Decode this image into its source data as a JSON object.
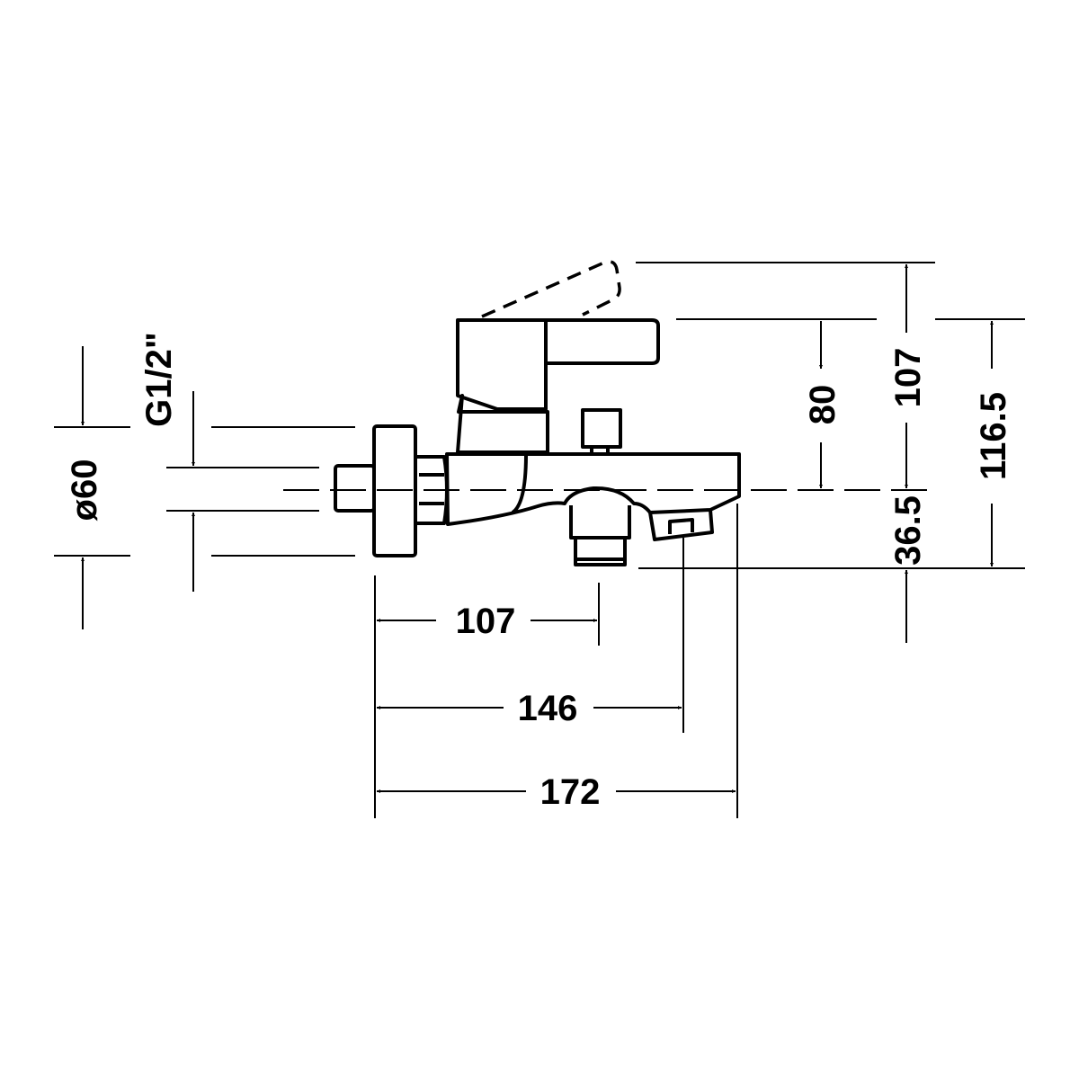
{
  "dimensions": {
    "lever_height": "80",
    "total_height_raised": "107",
    "outlet_below_axis": "36.5",
    "total_height": "116.5",
    "flange_diameter": "ø60",
    "connection_thread": "G1/2\"",
    "outlet_projection": "107",
    "nozzle_projection": "146",
    "total_projection": "172"
  }
}
